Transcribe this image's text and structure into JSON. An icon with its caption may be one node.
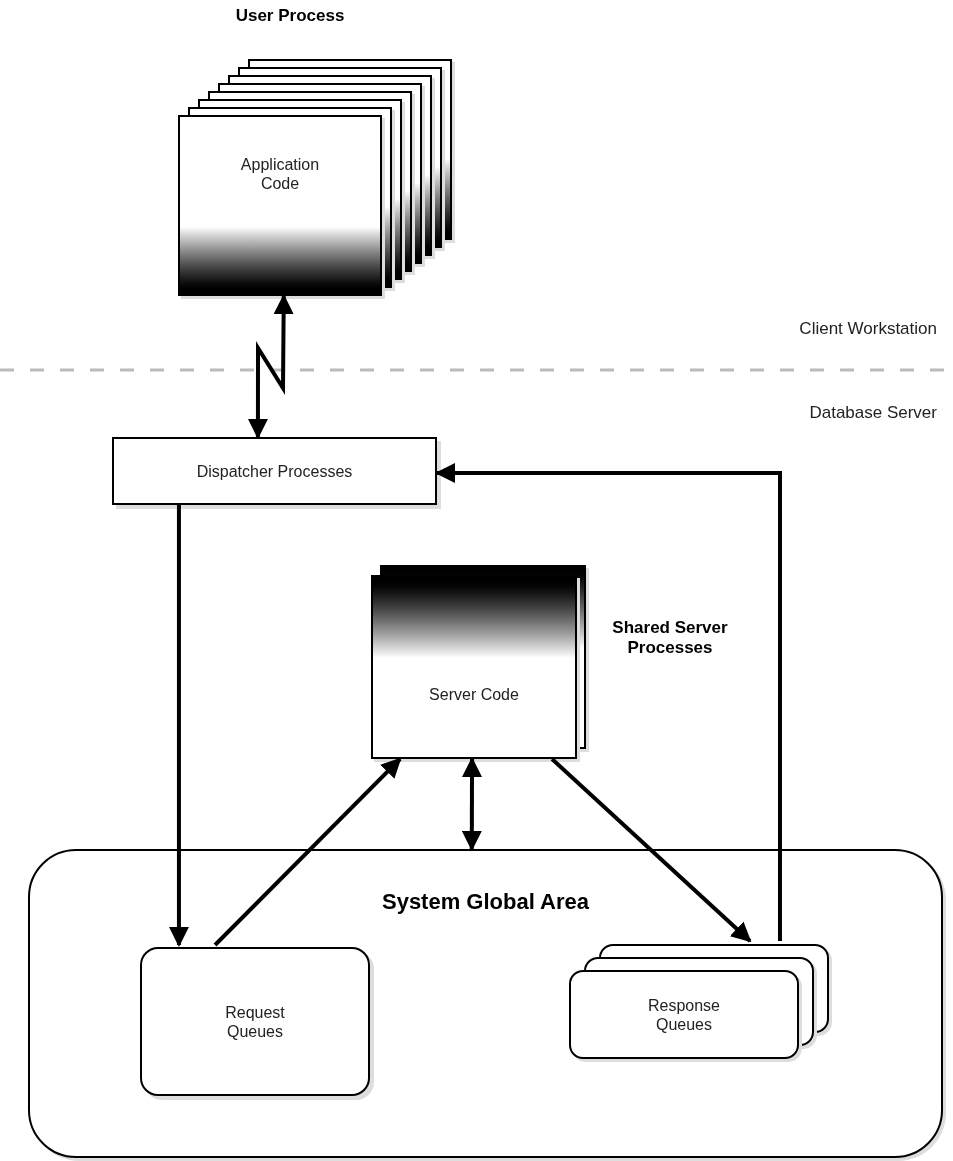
{
  "diagram": {
    "nodes": [
      {
        "text": [
          "Application Code"
        ],
        "beside": [
          "User Process"
        ]
      },
      {
        "text": [
          "Dispatcher Processes"
        ]
      },
      {
        "text": [
          "Server Code"
        ],
        "beside": [
          "Shared Server Processes"
        ]
      },
      {
        "text": [
          "System Global Area"
        ]
      },
      {
        "text": [
          "Request Queues"
        ],
        "in": 3
      },
      {
        "text": [
          "Response Queues"
        ],
        "in": 3
      }
    ],
    "edges": [
      {
        "from": 0,
        "to": 1,
        "arrow": "both"
      },
      {
        "from": 1,
        "to": 4,
        "arrow": "to"
      },
      {
        "from": 4,
        "to": 2,
        "arrow": "to"
      },
      {
        "from": 2,
        "to": 5,
        "arrow": "to"
      },
      {
        "from": 5,
        "to": 1,
        "arrow": "to"
      },
      {
        "from": 2,
        "to": 3,
        "arrow": "both"
      }
    ],
    "labels": [
      "Client Workstation",
      "Database Server"
    ]
  }
}
